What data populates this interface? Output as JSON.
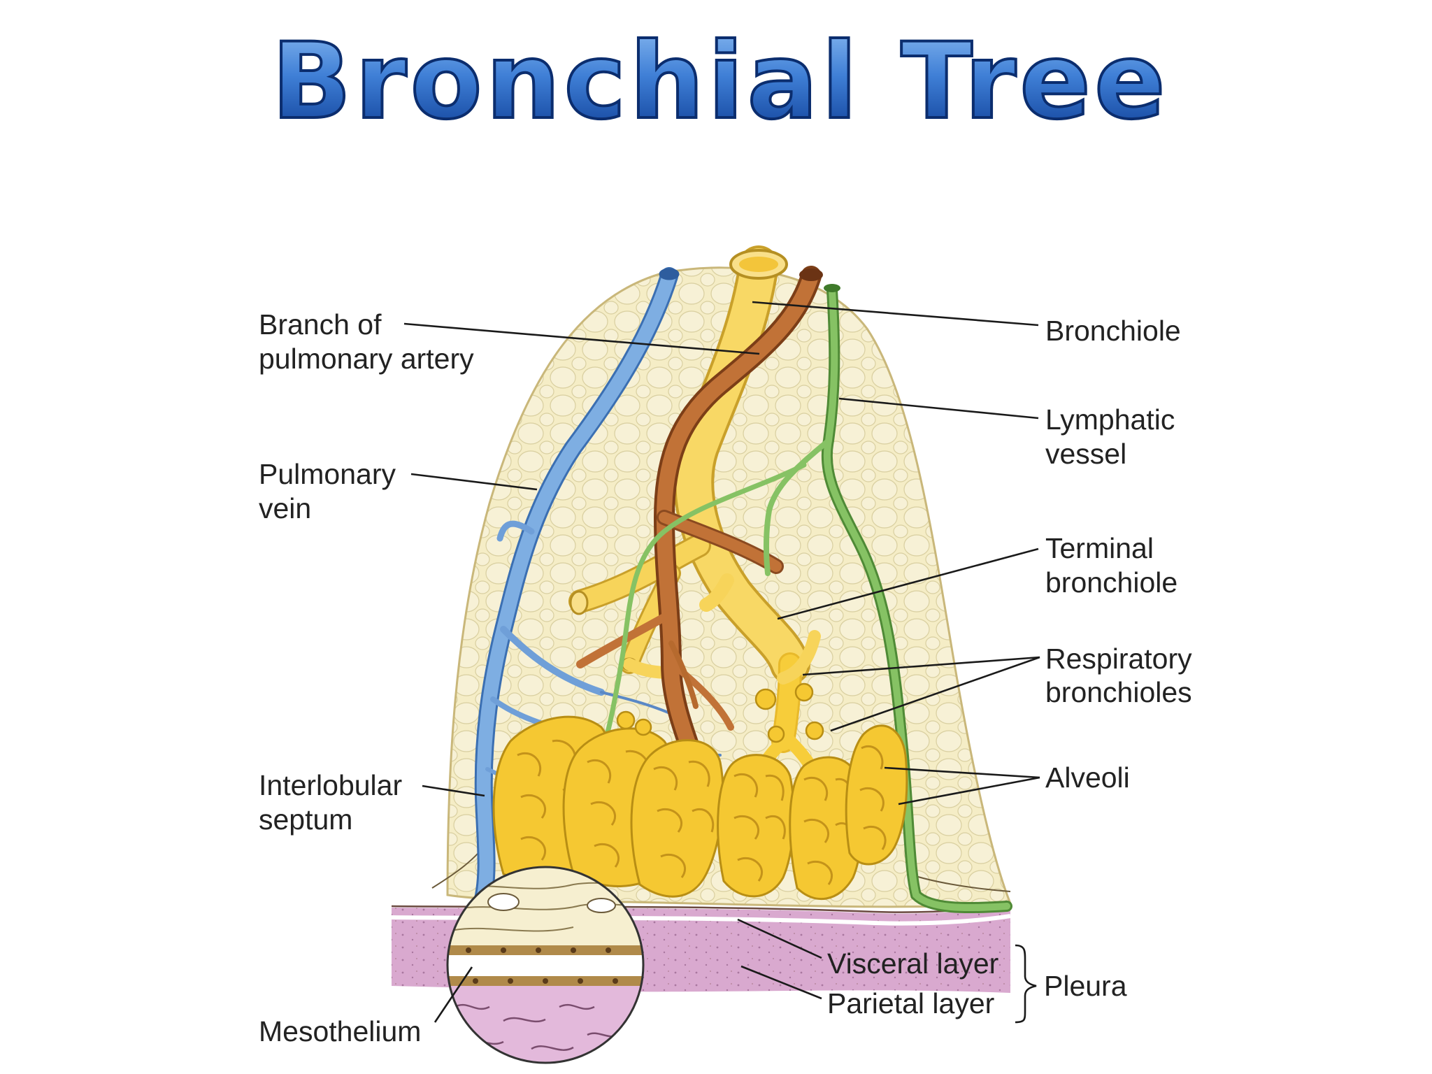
{
  "title": "Bronchial Tree",
  "colors": {
    "title_top": "#7fb2ec",
    "title_bottom": "#0d3f9a",
    "title_outline": "#0b2d6e",
    "parenchyma": "#f4ecc4",
    "alveoli": "#f5c832",
    "bronchiole": "#f7d45a",
    "pulmonary_artery": "#b3622e",
    "pulmonary_vein": "#6f9fd8",
    "lymphatic": "#7bb860",
    "pleura": "#d8a8cc"
  },
  "labels": {
    "branch_pulmonary_artery_1": "Branch of",
    "branch_pulmonary_artery_2": "pulmonary artery",
    "pulmonary_vein_1": "Pulmonary",
    "pulmonary_vein_2": "vein",
    "interlobular_septum_1": "Interlobular",
    "interlobular_septum_2": "septum",
    "mesothelium": "Mesothelium",
    "bronchiole": "Bronchiole",
    "lymphatic_vessel_1": "Lymphatic",
    "lymphatic_vessel_2": "vessel",
    "terminal_bronchiole_1": "Terminal",
    "terminal_bronchiole_2": "bronchiole",
    "respiratory_bronchioles_1": "Respiratory",
    "respiratory_bronchioles_2": "bronchioles",
    "alveoli": "Alveoli",
    "visceral_layer": "Visceral layer",
    "parietal_layer": "Parietal layer",
    "pleura": "Pleura"
  }
}
